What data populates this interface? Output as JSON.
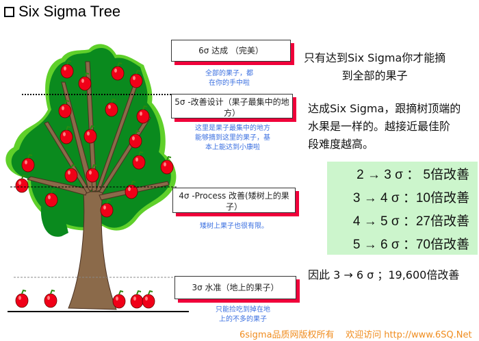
{
  "title": "Six Sigma Tree",
  "levels": [
    {
      "label": "6σ 达成 （完美）",
      "note": "全部的果子，都\n在你的手中啦"
    },
    {
      "label": "5σ -改善设计（果子最集中的地方）",
      "note": "这里是果子最集中的地方\n能够摘到这里的果子，基\n本上能达到小康啦"
    },
    {
      "label": "4σ -Process 改善(矮树上的果子）",
      "note": "矮树上果子也很有限。"
    },
    {
      "label": "3σ 水准（地上的果子）",
      "note": "只能捡吃到掉在地\n上的不多的果子"
    }
  ],
  "right": {
    "top": "只有达到Six Sigma你才能摘\n到全部的果子",
    "mid": "达成Six Sigma，跟摘树顶端的\n水果是一样的。越接近最佳阶\n段难度越高。",
    "rows": [
      "2 → 3 σ ：  5倍改善",
      "3 → 4 σ ：10倍改善",
      "4 → 5 σ ：27倍改善",
      "5 → 6 σ ：70倍改善"
    ],
    "bottom": "因此 3 → 6 σ ；19,600倍改善"
  },
  "footer": "6sigma品质网版权所有    欢迎访问 http://www.6SQ.Net",
  "colors": {
    "shadow": "#f0003a",
    "note": "#3a6fe0",
    "green": "#ccf5cc",
    "footer": "#f08c1e"
  }
}
